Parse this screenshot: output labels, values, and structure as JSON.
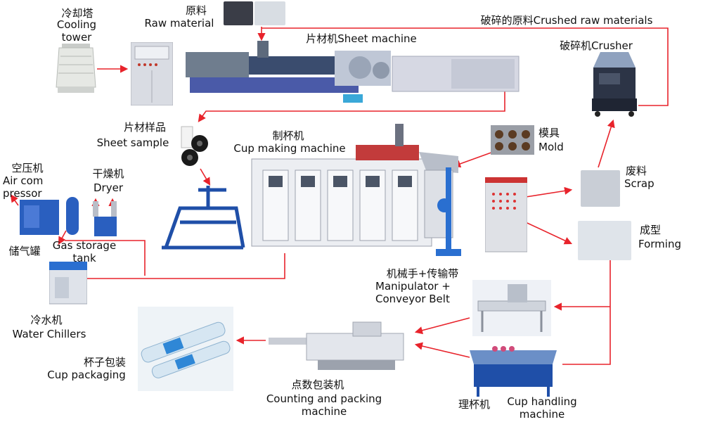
{
  "nodes": {
    "cooling_tower": {
      "cn": "冷却塔",
      "en": "Cooling\ntower"
    },
    "raw_material": {
      "cn": "原料",
      "en": "Raw material"
    },
    "sheet_machine": {
      "text": "片材机Sheet machine"
    },
    "crushed_raw": {
      "text": "破碎的原料Crushed raw materials"
    },
    "crusher": {
      "text": "破碎机Crusher"
    },
    "sheet_sample": {
      "cn": "片材样品",
      "en": "Sheet sample"
    },
    "cup_making": {
      "cn": "制杯机",
      "en": "Cup making machine"
    },
    "mold": {
      "cn": "模具",
      "en": "Mold"
    },
    "scrap": {
      "cn": "废料",
      "en": "Scrap"
    },
    "forming": {
      "cn": "成型",
      "en": "Forming"
    },
    "air_compressor": {
      "cn": "空压机",
      "en": "Air com\npressor"
    },
    "dryer": {
      "cn": "干燥机",
      "en": "Dryer"
    },
    "gas_tank_cn": {
      "text": "储气罐"
    },
    "gas_tank_en": {
      "text": "Gas storage\ntank"
    },
    "manipulator": {
      "cn": "机械手+传输带",
      "en": "Manipulator +\nConveyor Belt"
    },
    "water_chiller": {
      "cn": "冷水机",
      "en": "Water Chillers"
    },
    "cup_packaging": {
      "cn": "杯子包装",
      "en": "Cup packaging"
    },
    "counting_packing": {
      "cn": "点数包装机",
      "en": "Counting and packing\nmachine"
    },
    "cup_handling": {
      "cn": "理杯机",
      "en": "Cup handling\nmachine"
    }
  },
  "colors": {
    "arrow": "#e8232b",
    "machine_blue": "#1f4fa8",
    "panel_grey": "#d9dce3"
  }
}
